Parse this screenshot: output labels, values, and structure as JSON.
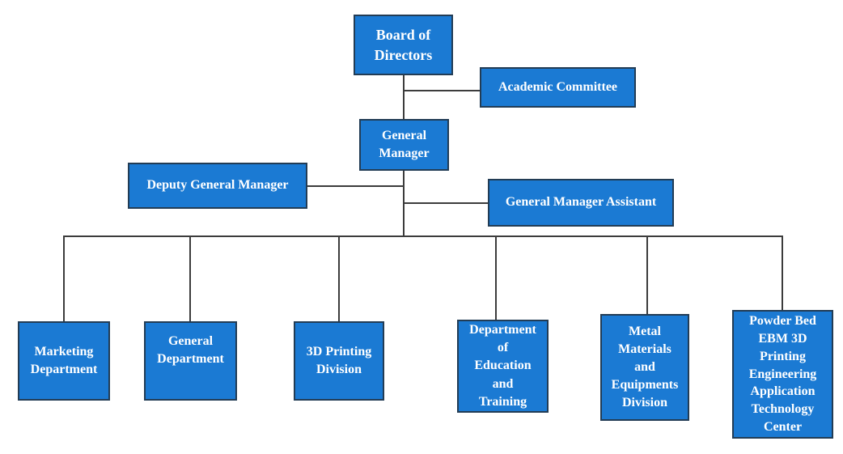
{
  "colors": {
    "node_fill": "#1b7ad3",
    "node_border": "#223c55",
    "node_text": "#ffffff",
    "connector": "#3c3c3c",
    "background": "#ffffff"
  },
  "nodes": {
    "board": {
      "label": "Board of\nDirectors"
    },
    "academic_committee": {
      "label": "Academic Committee"
    },
    "general_manager": {
      "label": "General\nManager"
    },
    "deputy_general_manager": {
      "label": "Deputy General Manager"
    },
    "general_manager_assistant": {
      "label": "General Manager Assistant"
    },
    "departments": [
      {
        "label": "Marketing\nDepartment"
      },
      {
        "label": "General\nDepartment"
      },
      {
        "label": "3D Printing\nDivision"
      },
      {
        "label": "Department\nof\nEducation\nand\nTraining"
      },
      {
        "label": "Metal\nMaterials\nand\nEquipments\nDivision"
      },
      {
        "label": "Powder Bed\nEBM 3D\nPrinting\nEngineering\nApplication\nTechnology\nCenter"
      }
    ]
  },
  "edges": [
    {
      "from": "Board of Directors",
      "to": "Academic Committee"
    },
    {
      "from": "Board of Directors",
      "to": "General Manager"
    },
    {
      "from": "General Manager",
      "to": "Deputy General Manager"
    },
    {
      "from": "General Manager",
      "to": "General Manager Assistant"
    },
    {
      "from": "General Manager",
      "to": "Marketing Department"
    },
    {
      "from": "General Manager",
      "to": "General Department"
    },
    {
      "from": "General Manager",
      "to": "3D Printing Division"
    },
    {
      "from": "General Manager",
      "to": "Department of Education and Training"
    },
    {
      "from": "General Manager",
      "to": "Metal Materials and Equipments Division"
    },
    {
      "from": "General Manager",
      "to": "Powder Bed EBM 3D Printing Engineering Application Technology Center"
    }
  ]
}
